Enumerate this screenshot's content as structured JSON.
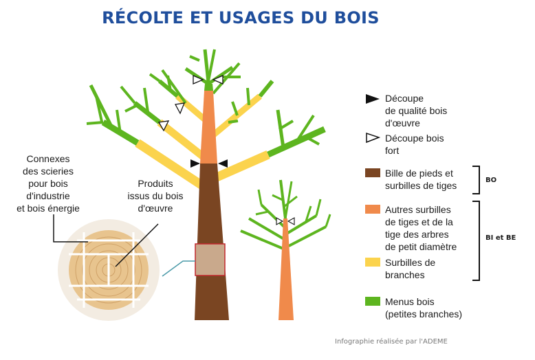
{
  "title": "RÉCOLTE ET USAGES DU BOIS",
  "labels": {
    "connexes": "Connexes\ndes scieries\npour bois\nd'industrie\net bois énergie",
    "produits": "Produits\nissus du bois\nd'œuvre"
  },
  "legend": {
    "cut_quality": "Découpe\nde qualité bois\nd'œuvre",
    "cut_strong": "Découpe bois\nfort",
    "bille": "Bille de pieds et\nsurbilles de tiges",
    "autres": "Autres surbilles\nde tiges et de la\ntige des arbres\nde petit diamètre",
    "surbilles_branches": "Surbilles de\nbranches",
    "menus_bois": "Menus bois\n(petites branches)"
  },
  "brackets": {
    "bo": "BO",
    "bi_be": "BI et BE"
  },
  "credit": "Infographie réalisée par l'ADEME",
  "colors": {
    "title": "#1f4e9c",
    "trunk_brown": "#7a4522",
    "orange": "#f08a4b",
    "yellow": "#fbd34d",
    "green": "#5db51f",
    "section_box": "#c1272d"
  }
}
